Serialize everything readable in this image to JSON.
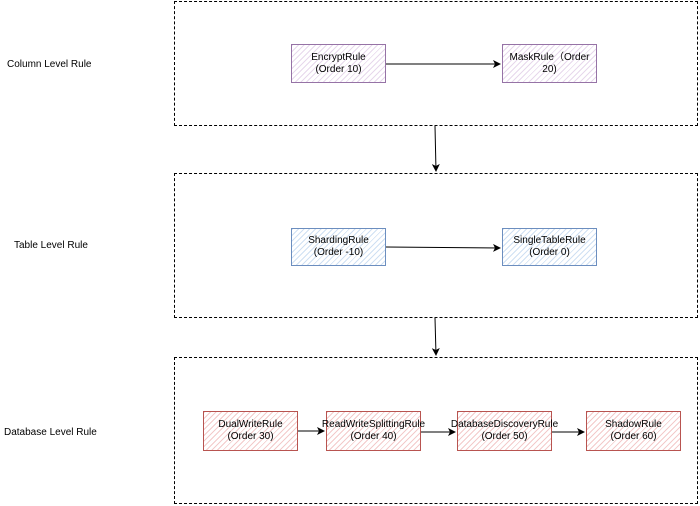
{
  "levels": [
    {
      "label": "Column Level Rule",
      "rules": [
        {
          "line1": "EncryptRule",
          "line2": "(Order 10)",
          "color": "#9673a6"
        },
        {
          "line1": "MaskRule（Order",
          "line2": "20)",
          "color": "#9673a6"
        }
      ]
    },
    {
      "label": "Table Level Rule",
      "rules": [
        {
          "line1": "ShardingRule",
          "line2": "(Order -10)",
          "color": "#6c8ebf"
        },
        {
          "line1": "SingleTableRule",
          "line2": "(Order 0)",
          "color": "#6c8ebf"
        }
      ]
    },
    {
      "label": "Database Level Rule",
      "rules": [
        {
          "line1": "DualWriteRule",
          "line2": "(Order 30)",
          "color": "#b85450"
        },
        {
          "line1": "ReadWriteSplittingRule",
          "line2": "(Order 40)",
          "color": "#b85450"
        },
        {
          "line1": "DatabaseDiscoveryRule",
          "line2": "(Order 50)",
          "color": "#b85450"
        },
        {
          "line1": "ShadowRule",
          "line2": "(Order 60)",
          "color": "#b85450"
        }
      ]
    }
  ]
}
